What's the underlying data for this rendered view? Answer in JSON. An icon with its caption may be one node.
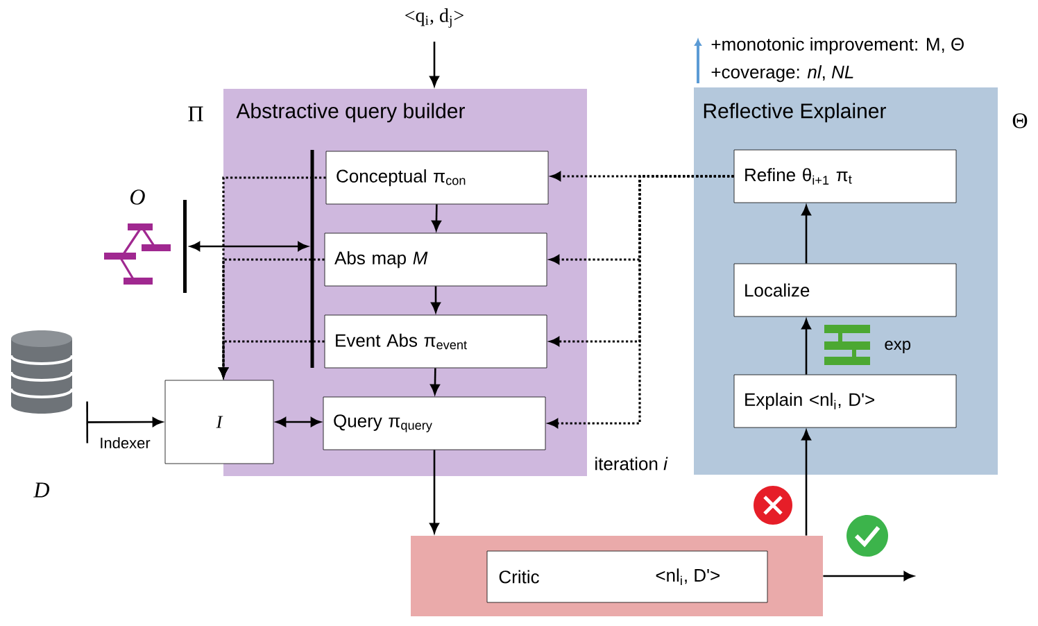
{
  "diagram": {
    "nodes": [
      {
        "text": [
          "Abstractive query builder"
        ],
        "beside": [
          "Π"
        ]
      },
      {
        "text": [
          "Conceptual π$_{con}$"
        ],
        "in": 0
      },
      {
        "text": [
          "Abs map *M*"
        ],
        "in": 0
      },
      {
        "text": [
          "Event Abs π$_{event}$"
        ],
        "in": 0
      },
      {
        "text": [
          "Query π$_{query}$"
        ],
        "in": 0
      },
      {
        "text": [
          "I"
        ]
      },
      {
        "text": [
          "Reflective Explainer"
        ],
        "beside": [
          "Θ"
        ]
      },
      {
        "text": [
          "Refine θ$_{i+1}$ π$_{t}$"
        ],
        "in": 6
      },
      {
        "text": [
          "Localize"
        ],
        "in": 6
      },
      {
        "text": [
          "Explain <nl$_{i}$, D'>"
        ],
        "in": 6
      },
      {
        "text": [],
        "shape": "box"
      },
      {
        "text": [
          "Critic",
          "<nl$_{i}$, D'>"
        ],
        "in": 10
      },
      {
        "text": [],
        "shape": "cylinder",
        "beside": [
          "D"
        ]
      },
      {
        "text": [],
        "shape": "picture",
        "beside": [
          "O"
        ]
      },
      {
        "text": [],
        "shape": "bar",
        "in": 0
      }
    ],
    "edges": [
      {
        "from": null,
        "to": 0,
        "arrow": "to",
        "label": "<q$_{i}$, d$_{j}$>"
      },
      {
        "from": 1,
        "to": 2,
        "arrow": "to"
      },
      {
        "from": 2,
        "to": 3,
        "arrow": "to"
      },
      {
        "from": 3,
        "to": 4,
        "arrow": "to"
      },
      {
        "from": 5,
        "to": 4,
        "arrow": "both"
      },
      {
        "from": 12,
        "to": 5,
        "arrow": "to",
        "label": "Indexer"
      },
      {
        "from": 13,
        "to": 14,
        "arrow": "both"
      },
      {
        "from": 4,
        "to": 10,
        "arrow": "to"
      },
      {
        "from": 10,
        "to": 9,
        "arrow": "to"
      },
      {
        "from": 9,
        "to": 8,
        "arrow": "to"
      },
      {
        "from": 8,
        "to": 7,
        "arrow": "to"
      },
      {
        "from": 10,
        "to": null,
        "arrow": "to"
      },
      {
        "from": 7,
        "to": 1,
        "arrow": "to",
        "style": "dashed"
      },
      {
        "from": 7,
        "to": 2,
        "arrow": "to",
        "style": "dashed"
      },
      {
        "from": 7,
        "to": 3,
        "arrow": "to",
        "style": "dashed"
      },
      {
        "from": 7,
        "to": 4,
        "arrow": "to",
        "style": "dashed"
      },
      {
        "from": 1,
        "to": 5,
        "arrow": "to",
        "style": "dashed"
      },
      {
        "from": 2,
        "to": 5,
        "arrow": "to",
        "style": "dashed"
      },
      {
        "from": 3,
        "to": 5,
        "arrow": "to",
        "style": "dashed"
      }
    ],
    "labels": [
      "+monotonic improvement: M, Θ",
      "+coverage: *nl*, *NL*",
      "exp",
      "iteration *i*"
    ]
  }
}
